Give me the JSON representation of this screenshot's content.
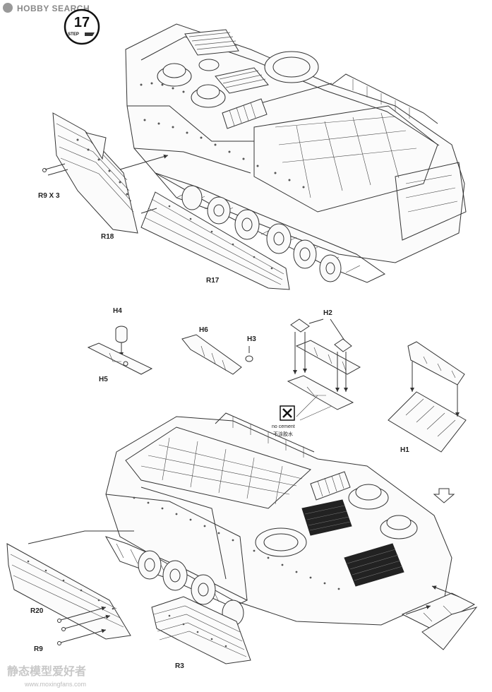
{
  "header": {
    "brand": "HOBBY SEARCH"
  },
  "step": {
    "number": "17",
    "label": "STEP"
  },
  "labels": {
    "r9x3": "R9 X 3",
    "r18": "R18",
    "r17": "R17",
    "h4": "H4",
    "h5": "H5",
    "h6": "H6",
    "h3": "H3",
    "h2": "H2",
    "h1": "H1",
    "r20": "R20",
    "r9": "R9",
    "r3": "R3"
  },
  "note": {
    "en": "no cement",
    "zh": "不涂胶水"
  },
  "watermark": {
    "line1": "静态模型爱好者",
    "line2": "www.moxingfans.com"
  }
}
